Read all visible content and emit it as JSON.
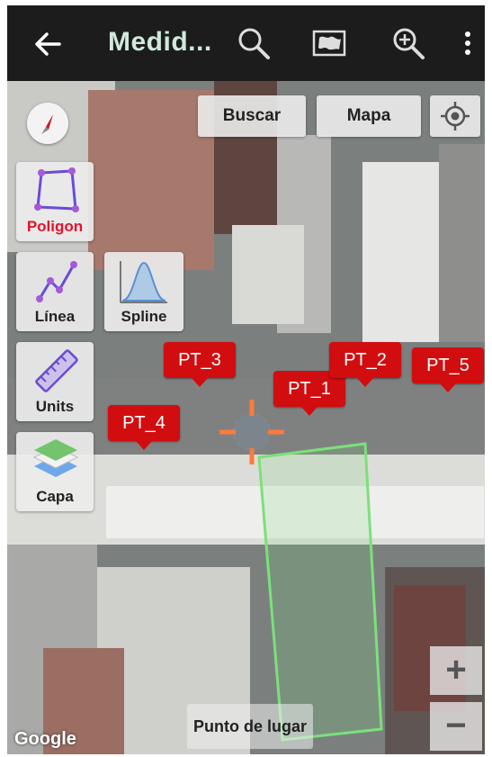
{
  "appbar": {
    "title": "Medid...",
    "icons": [
      "back-arrow-icon",
      "search-icon",
      "map-layers-icon",
      "zoom-in-icon",
      "more-vert-icon"
    ]
  },
  "map": {
    "buttons": {
      "search": "Buscar",
      "map": "Mapa"
    },
    "tools": [
      {
        "label": "Poligon",
        "icon": "polygon-icon",
        "active": true
      },
      {
        "label": "Línea",
        "icon": "polyline-icon"
      },
      {
        "label": "Spline",
        "icon": "spline-icon"
      },
      {
        "label": "Units",
        "icon": "ruler-icon"
      },
      {
        "label": "Capa",
        "icon": "layers-icon"
      }
    ],
    "markers": [
      "PT_1",
      "PT_2",
      "PT_3",
      "PT_4",
      "PT_5"
    ],
    "bottom_button": "Punto de lugar",
    "attribution": "Google",
    "zoom_in": "+",
    "zoom_out": "−",
    "colors": {
      "marker": "#d20d10",
      "accent_active": "#e3132b",
      "polygon_outline": "#7be07b",
      "crosshair": "#ff7a3c"
    }
  }
}
